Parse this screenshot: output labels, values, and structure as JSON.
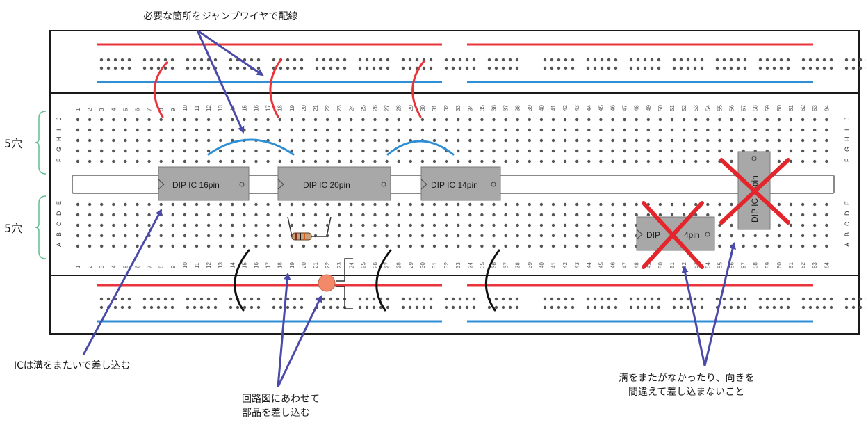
{
  "annotations": {
    "top": "必要な箇所をジャンプワイヤで配線",
    "ic_straddle": "ICは溝をまたいで差し込む",
    "parts_line1": "回路図にあわせて",
    "parts_line2": "部品を差し込む",
    "wrong_line1": "溝をまたがなかったり、向きを",
    "wrong_line2": "間違えて差し込まないこと"
  },
  "hole_groups": {
    "upper": "5穴",
    "lower": "5穴"
  },
  "row_labels": {
    "upper": [
      "J",
      "I",
      "H",
      "G",
      "F"
    ],
    "lower": [
      "E",
      "D",
      "C",
      "B",
      "A"
    ]
  },
  "ics": [
    {
      "label": "DIP IC 16pin"
    },
    {
      "label": "DIP IC 20pin"
    },
    {
      "label": "DIP IC 14pin"
    }
  ],
  "wrong_ics": [
    {
      "label_left": "DIP",
      "label_right": "4pin"
    },
    {
      "label": "DIP IC 14pin"
    }
  ],
  "colors": {
    "rail_red": "#e8343a",
    "rail_blue": "#2f8fd6",
    "jumper_blue": "#2f8fd6",
    "arrow": "#4a4aa8",
    "cross": "#e2262b",
    "ic_body": "#a8a8a8",
    "led": "#f28a6a"
  },
  "icons": [
    "resistor-icon",
    "led-icon",
    "jumper-wire-icon",
    "wrong-cross-icon"
  ]
}
